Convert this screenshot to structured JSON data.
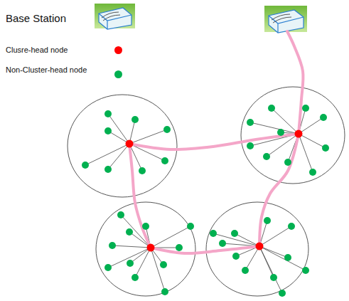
{
  "diagram": {
    "legend": [
      {
        "text": "Base Station"
      },
      {
        "text": "Clusre-head node",
        "color": "#ff0000"
      },
      {
        "text": "Non-Cluster-head node",
        "color": "#00b050"
      }
    ]
  }
}
